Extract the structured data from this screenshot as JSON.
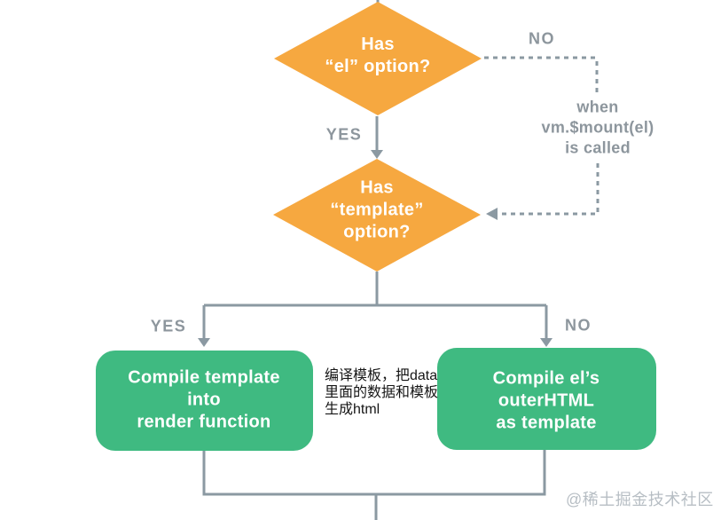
{
  "palette": {
    "diamond_orange": "#f6a840",
    "box_green": "#3fba81",
    "line_gray": "#8b99a2",
    "label_gray": "#8d969d",
    "node_text_white": "#ffffff",
    "annotation_black": "#161616",
    "watermark_gray": "#b7bec4"
  },
  "nodes": {
    "has_el": {
      "label": "Has\n“el” option?"
    },
    "has_template": {
      "label": "Has\n“template”\noption?"
    },
    "compile_template": {
      "label": "Compile template\ninto\nrender function"
    },
    "compile_el_outerhtml": {
      "label": "Compile el’s\nouterHTML\nas template"
    }
  },
  "edge_labels": {
    "no_el": "NO",
    "yes_el": "YES",
    "when_mount": "when\nvm.$mount(el)\nis called",
    "yes_template": "YES",
    "no_template": "NO"
  },
  "annotation": {
    "text": "编译模板，把data\n里面的数据和模板\n生成html"
  },
  "watermark": {
    "text": "@稀土掘金技术社区"
  }
}
